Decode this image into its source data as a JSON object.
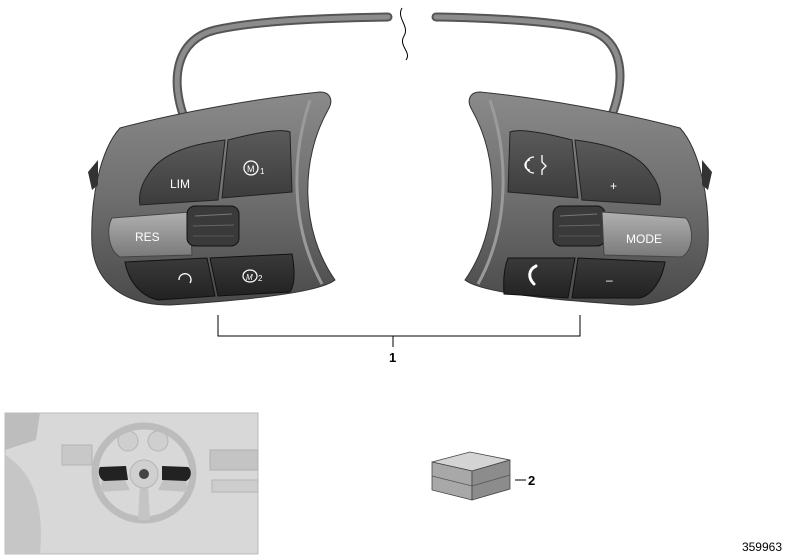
{
  "diagram": {
    "left_module": {
      "buttons": [
        {
          "name": "lim",
          "label": "LIM"
        },
        {
          "name": "m1",
          "label": "M1",
          "icon": "m1-mode-icon"
        },
        {
          "name": "res",
          "label": "RES"
        },
        {
          "name": "cruise",
          "icon": "speedometer-icon"
        },
        {
          "name": "m2",
          "label": "M2",
          "icon": "m2-mode-icon"
        }
      ]
    },
    "right_module": {
      "buttons": [
        {
          "name": "voice",
          "icon": "voice-command-icon"
        },
        {
          "name": "plus",
          "label": "+"
        },
        {
          "name": "mode",
          "label": "MODE"
        },
        {
          "name": "phone",
          "icon": "phone-icon"
        },
        {
          "name": "minus",
          "label": "–"
        }
      ]
    },
    "callouts": {
      "steering_switches": "1",
      "part_box": "2"
    },
    "reference_number": "359963"
  }
}
